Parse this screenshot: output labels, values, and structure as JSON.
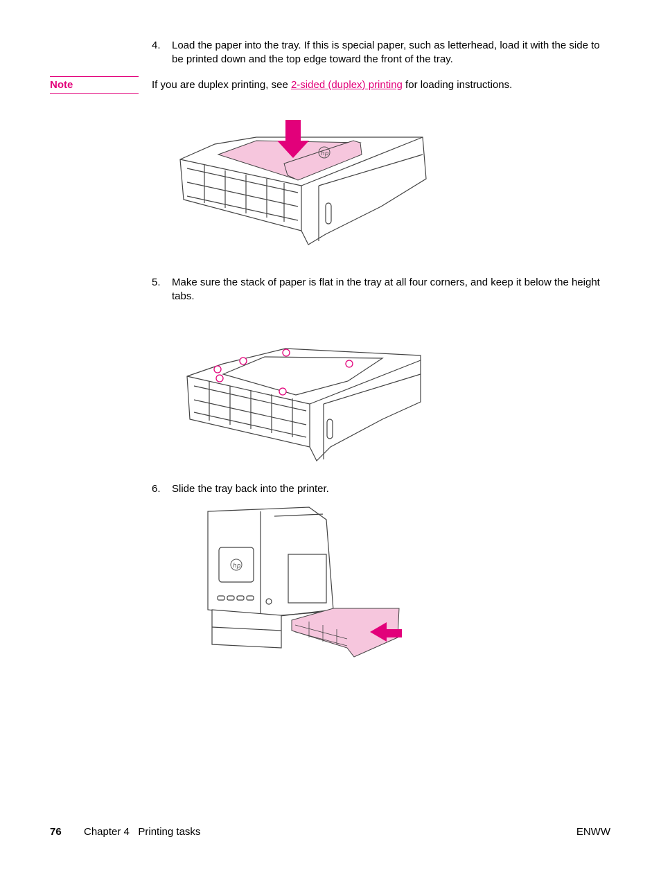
{
  "steps": [
    {
      "number": "4.",
      "text": "Load the paper into the tray. If this is special paper, such as letterhead, load it with the side to be printed down and the top edge toward the front of the tray."
    },
    {
      "number": "5.",
      "text": "Make sure the stack of paper is flat in the tray at all four corners, and keep it below the height tabs."
    },
    {
      "number": "6.",
      "text": "Slide the tray back into the printer."
    }
  ],
  "note": {
    "label": "Note",
    "text_before": "If you are duplex printing, see ",
    "link_text": "2-sided (duplex) printing",
    "text_after": " for loading instructions."
  },
  "footer": {
    "page_number": "76",
    "chapter": "Chapter 4   Printing tasks",
    "right_label": "ENWW"
  },
  "colors": {
    "accent": "#e2007a",
    "paper_pink": "#f6c6dd",
    "line": "#444444"
  }
}
